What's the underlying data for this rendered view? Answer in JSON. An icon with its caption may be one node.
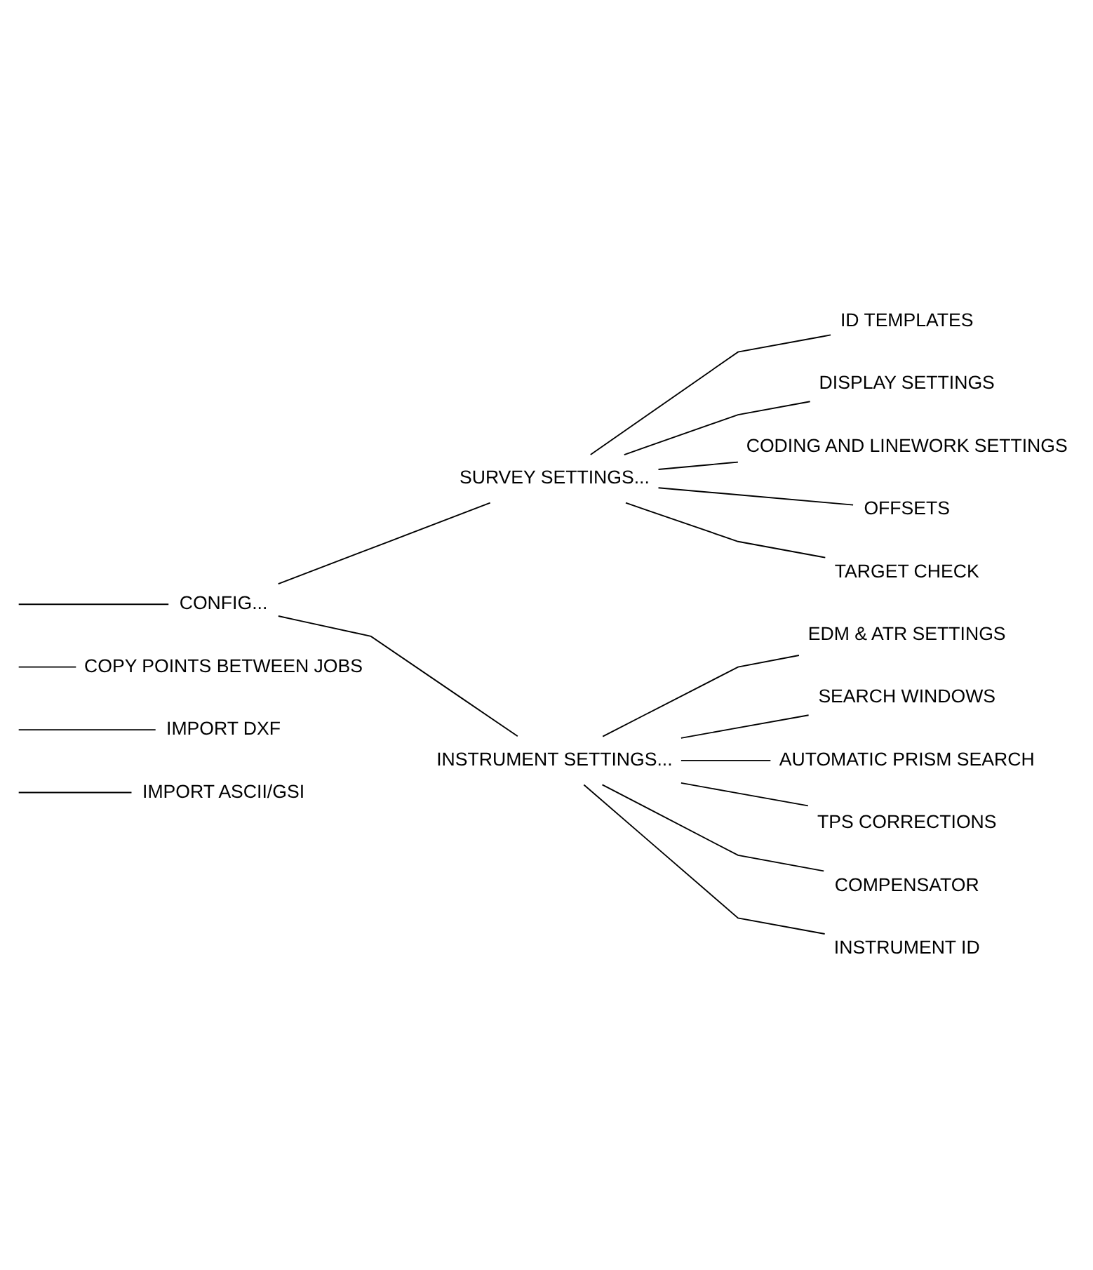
{
  "diagram": {
    "nodes": [
      {
        "text": [
          "IMPORT ASCII/GSI"
        ]
      },
      {
        "text": [
          "IMPORT DXF"
        ]
      },
      {
        "text": [
          "COPY POINTS BETWEEN JOBS"
        ]
      },
      {
        "text": [
          "CONFIG..."
        ]
      },
      {
        "text": [
          "SURVEY SETTINGS..."
        ]
      },
      {
        "text": [
          "ID TEMPLATES"
        ]
      },
      {
        "text": [
          "DISPLAY SETTINGS"
        ]
      },
      {
        "text": [
          "CODING AND LINEWORK SETTINGS"
        ]
      },
      {
        "text": [
          "OFFSETS"
        ]
      },
      {
        "text": [
          "TARGET CHECK"
        ]
      },
      {
        "text": [
          "INSTRUMENT SETTINGS..."
        ]
      },
      {
        "text": [
          "EDM & ATR SETTINGS"
        ]
      },
      {
        "text": [
          "SEARCH WINDOWS"
        ]
      },
      {
        "text": [
          "AUTOMATIC PRISM SEARCH"
        ]
      },
      {
        "text": [
          "TPS CORRECTIONS"
        ]
      },
      {
        "text": [
          "COMPENSATOR"
        ]
      },
      {
        "text": [
          "INSTRUMENT ID"
        ]
      }
    ],
    "edges": [
      {
        "from": null,
        "to": 0,
        "arrow": "none"
      },
      {
        "from": null,
        "to": 1,
        "arrow": "none"
      },
      {
        "from": null,
        "to": 2,
        "arrow": "none"
      },
      {
        "from": null,
        "to": 3,
        "arrow": "none"
      },
      {
        "from": 3,
        "to": 4,
        "arrow": "none"
      },
      {
        "from": 4,
        "to": 5,
        "arrow": "none"
      },
      {
        "from": 4,
        "to": 6,
        "arrow": "none"
      },
      {
        "from": 4,
        "to": 7,
        "arrow": "none"
      },
      {
        "from": 4,
        "to": 8,
        "arrow": "none"
      },
      {
        "from": 4,
        "to": 9,
        "arrow": "none"
      },
      {
        "from": 3,
        "to": 10,
        "arrow": "none"
      },
      {
        "from": 10,
        "to": 11,
        "arrow": "none"
      },
      {
        "from": 10,
        "to": 12,
        "arrow": "none"
      },
      {
        "from": 10,
        "to": 13,
        "arrow": "none"
      },
      {
        "from": 10,
        "to": 14,
        "arrow": "none"
      },
      {
        "from": 10,
        "to": 15,
        "arrow": "none"
      },
      {
        "from": 10,
        "to": 16,
        "arrow": "none"
      }
    ]
  }
}
